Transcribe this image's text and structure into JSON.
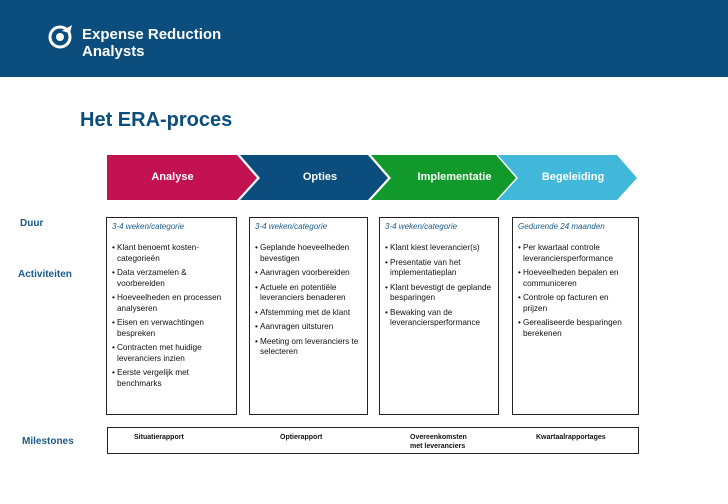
{
  "header": {
    "logo_line1": "Expense Reduction",
    "logo_line2": "Analysts"
  },
  "title": "Het ERA-proces",
  "colors": {
    "header_bg": "#0b4d7c",
    "analyse": "#c2124f",
    "opties": "#0b4d7c",
    "implementatie": "#119a2b",
    "begeleiding": "#41b8d9",
    "label_blue": "#1a5b8c"
  },
  "phases": [
    {
      "label": "Analyse"
    },
    {
      "label": "Opties"
    },
    {
      "label": "Implementatie"
    },
    {
      "label": "Begeleiding"
    }
  ],
  "row_labels": {
    "duur": "Duur",
    "activiteiten": "Activiteiten",
    "milestones": "Milestones"
  },
  "columns": [
    {
      "duration": "3-4 weken/categorie",
      "activities": [
        "Klant benoemt kosten-categorieën",
        "Data verzamelen & voorbereiden",
        "Hoeveelheden en processen analyseren",
        "Eisen en verwachtingen bespreken",
        "Contracten met huidige leveranciers inzien",
        "Eerste vergelijk met benchmarks"
      ]
    },
    {
      "duration": "3-4 weken/categorie",
      "activities": [
        "Geplande hoeveelheden bevestigen",
        "Aanvragen voorbereiden",
        "Actuele en potentiële leveranciers benaderen",
        "Afstemming met de klant",
        "Aanvragen uitsturen",
        "Meeting om leveranciers te selecteren"
      ]
    },
    {
      "duration": "3-4 weken/categorie",
      "activities": [
        "Klant kiest leverancier(s)",
        "Presentatie van het implementatieplan",
        "Klant bevestigt de geplande besparingen",
        "Bewaking van de leveranciersperformance"
      ]
    },
    {
      "duration": "Gedurende 24 maanden",
      "activities": [
        "Per kwartaal controle leveranciersperformance",
        "Hoeveelheden bepalen en communiceren",
        "Controle op facturen en prijzen",
        "Gerealiseerde besparingen berekenen"
      ]
    }
  ],
  "milestones": [
    {
      "line1": "Situatierapport",
      "line2": ""
    },
    {
      "line1": "Optierapport",
      "line2": ""
    },
    {
      "line1": "Overeenkomsten",
      "line2": "met leveranciers"
    },
    {
      "line1": "Kwartaalrapportages",
      "line2": ""
    }
  ]
}
